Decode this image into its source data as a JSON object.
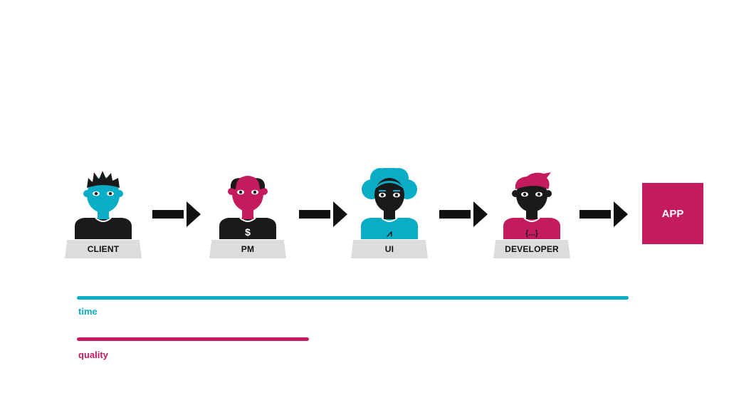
{
  "colors": {
    "teal": "#0aacc6",
    "magenta": "#c41a5e",
    "black": "#1a1a1a",
    "plate": "#dcdcdc"
  },
  "roles": [
    {
      "label": "CLIENT",
      "icon": "client-avatar-icon"
    },
    {
      "label": "PM",
      "icon": "pm-avatar-icon",
      "shirt_symbol": "$"
    },
    {
      "label": "UI",
      "icon": "ui-designer-avatar-icon",
      "shirt_symbol": "⩘"
    },
    {
      "label": "DEVELOPER",
      "icon": "developer-avatar-icon",
      "shirt_symbol": "{...}"
    }
  ],
  "app": {
    "label": "APP"
  },
  "bars": {
    "time": {
      "label": "time",
      "fraction": 1.0
    },
    "quality": {
      "label": "quality",
      "fraction": 0.42
    }
  }
}
